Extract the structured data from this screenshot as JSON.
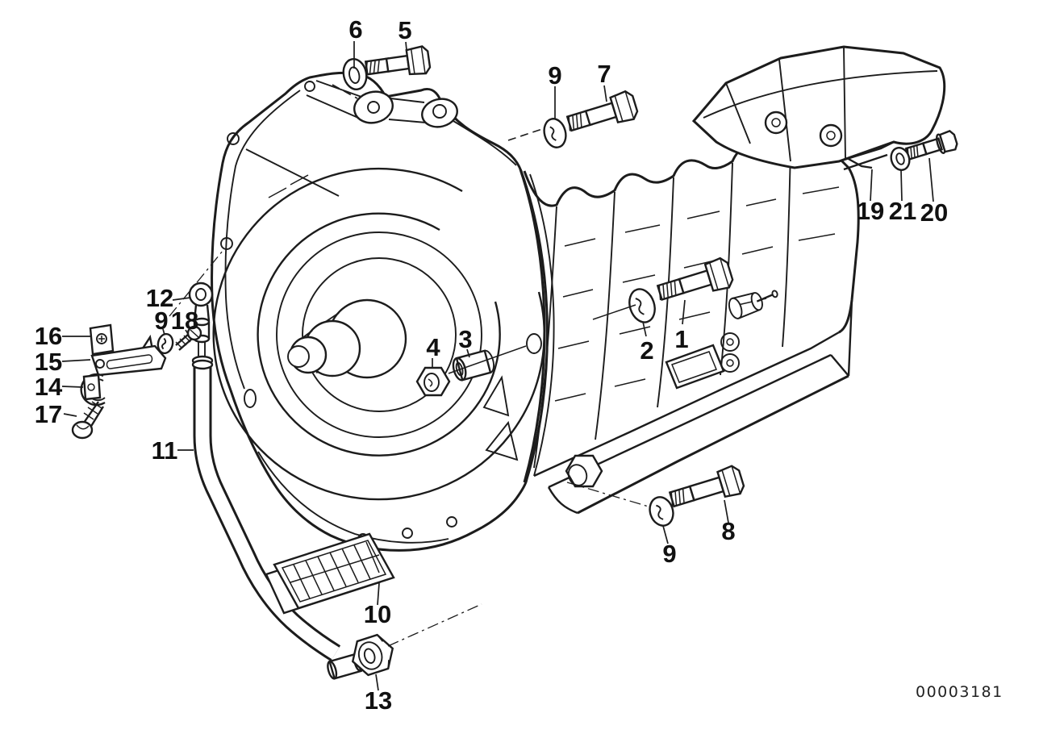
{
  "page": {
    "background_color": "#ffffff",
    "ink_color": "#1c1c1c",
    "description_icon": "exploded-parts-drawing"
  },
  "diagram": {
    "code": "00003181",
    "callouts": [
      {
        "label": "1"
      },
      {
        "label": "2"
      },
      {
        "label": "3"
      },
      {
        "label": "4"
      },
      {
        "label": "5"
      },
      {
        "label": "6"
      },
      {
        "label": "7"
      },
      {
        "label": "9"
      },
      {
        "label": "8"
      },
      {
        "label": "9"
      },
      {
        "label": "9"
      },
      {
        "label": "10"
      },
      {
        "label": "11"
      },
      {
        "label": "12"
      },
      {
        "label": "13"
      },
      {
        "label": "14"
      },
      {
        "label": "15"
      },
      {
        "label": "16"
      },
      {
        "label": "17"
      },
      {
        "label": "18"
      },
      {
        "label": "19"
      },
      {
        "label": "20"
      },
      {
        "label": "21"
      }
    ]
  }
}
